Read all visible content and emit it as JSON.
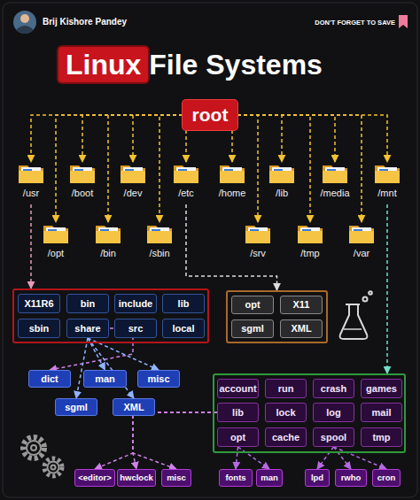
{
  "diagram": {
    "title": "Linux File Systems",
    "nodes": [
      {
        "text": [
          "root"
        ]
      },
      {
        "text": [
          "/usr"
        ]
      },
      {
        "text": [
          "/boot"
        ]
      },
      {
        "text": [
          "/dev"
        ]
      },
      {
        "text": [
          "/etc"
        ]
      },
      {
        "text": [
          "/home"
        ]
      },
      {
        "text": [
          "/lib"
        ]
      },
      {
        "text": [
          "/media"
        ]
      },
      {
        "text": [
          "/mnt"
        ]
      },
      {
        "text": [
          "/opt"
        ]
      },
      {
        "text": [
          "/bin"
        ]
      },
      {
        "text": [
          "/sbin"
        ]
      },
      {
        "text": [
          "/srv"
        ]
      },
      {
        "text": [
          "/tmp"
        ]
      },
      {
        "text": [
          "/var"
        ]
      },
      {
        "text": []
      },
      {
        "text": [
          "X11R6"
        ],
        "in": 15
      },
      {
        "text": [
          "bin"
        ],
        "in": 15
      },
      {
        "text": [
          "include"
        ],
        "in": 15
      },
      {
        "text": [
          "lib"
        ],
        "in": 15
      },
      {
        "text": [
          "sbin"
        ],
        "in": 15
      },
      {
        "text": [
          "share"
        ],
        "in": 15
      },
      {
        "text": [
          "src"
        ],
        "in": 15
      },
      {
        "text": [
          "local"
        ],
        "in": 15
      },
      {
        "text": []
      },
      {
        "text": [
          "opt"
        ],
        "in": 24
      },
      {
        "text": [
          "X11"
        ],
        "in": 24
      },
      {
        "text": [
          "sgml"
        ],
        "in": 24
      },
      {
        "text": [
          "XML"
        ],
        "in": 24
      },
      {
        "text": [
          "dict"
        ]
      },
      {
        "text": [
          "man"
        ]
      },
      {
        "text": [
          "misc"
        ]
      },
      {
        "text": [
          "sgml"
        ]
      },
      {
        "text": [
          "XML"
        ]
      },
      {
        "text": []
      },
      {
        "text": [
          "account"
        ],
        "in": 34
      },
      {
        "text": [
          "run"
        ],
        "in": 34
      },
      {
        "text": [
          "crash"
        ],
        "in": 34
      },
      {
        "text": [
          "games"
        ],
        "in": 34
      },
      {
        "text": [
          "lib"
        ],
        "in": 34
      },
      {
        "text": [
          "lock"
        ],
        "in": 34
      },
      {
        "text": [
          "log"
        ],
        "in": 34
      },
      {
        "text": [
          "mail"
        ],
        "in": 34
      },
      {
        "text": [
          "opt"
        ],
        "in": 34
      },
      {
        "text": [
          "cache"
        ],
        "in": 34
      },
      {
        "text": [
          "spool"
        ],
        "in": 34
      },
      {
        "text": [
          "tmp"
        ],
        "in": 34
      },
      {
        "text": [
          "<editor>"
        ]
      },
      {
        "text": [
          "hwclock"
        ]
      },
      {
        "text": [
          "misc"
        ]
      },
      {
        "text": [
          "fonts"
        ]
      },
      {
        "text": [
          "man"
        ]
      },
      {
        "text": [
          "lpd"
        ]
      },
      {
        "text": [
          "rwho"
        ]
      },
      {
        "text": [
          "cron"
        ]
      }
    ],
    "edges": [
      {
        "from": 0,
        "to": 1,
        "arrow": "to"
      },
      {
        "from": 0,
        "to": 2,
        "arrow": "to"
      },
      {
        "from": 0,
        "to": 3,
        "arrow": "to"
      },
      {
        "from": 0,
        "to": 4,
        "arrow": "to"
      },
      {
        "from": 0,
        "to": 5,
        "arrow": "to"
      },
      {
        "from": 0,
        "to": 6,
        "arrow": "to"
      },
      {
        "from": 0,
        "to": 7,
        "arrow": "to"
      },
      {
        "from": 0,
        "to": 8,
        "arrow": "to"
      },
      {
        "from": 0,
        "to": 9,
        "arrow": "to"
      },
      {
        "from": 0,
        "to": 10,
        "arrow": "to"
      },
      {
        "from": 0,
        "to": 11,
        "arrow": "to"
      },
      {
        "from": 0,
        "to": 12,
        "arrow": "to"
      },
      {
        "from": 0,
        "to": 13,
        "arrow": "to"
      },
      {
        "from": 0,
        "to": 14,
        "arrow": "to"
      },
      {
        "from": 1,
        "to": 15,
        "arrow": "to"
      },
      {
        "from": 4,
        "to": 24,
        "arrow": "to"
      },
      {
        "from": 21,
        "to": 29,
        "arrow": "to"
      },
      {
        "from": 21,
        "to": 30,
        "arrow": "to"
      },
      {
        "from": 21,
        "to": 31,
        "arrow": "to"
      },
      {
        "from": 21,
        "to": 32,
        "arrow": "to"
      },
      {
        "from": 21,
        "to": 33,
        "arrow": "to"
      },
      {
        "from": 8,
        "to": 34,
        "arrow": "to"
      },
      {
        "from": 39,
        "to": 47,
        "arrow": "to"
      },
      {
        "from": 39,
        "to": 48,
        "arrow": "to"
      },
      {
        "from": 39,
        "to": 49,
        "arrow": "to"
      },
      {
        "from": 43,
        "to": 50,
        "arrow": "to"
      },
      {
        "from": 43,
        "to": 51,
        "arrow": "to"
      },
      {
        "from": 45,
        "to": 52,
        "arrow": "to"
      },
      {
        "from": 45,
        "to": 53,
        "arrow": "to"
      },
      {
        "from": 45,
        "to": 54,
        "arrow": "to"
      }
    ],
    "labels": [
      "Brij Kishore Pandey",
      "DON'T FORGET TO SAVE"
    ]
  }
}
